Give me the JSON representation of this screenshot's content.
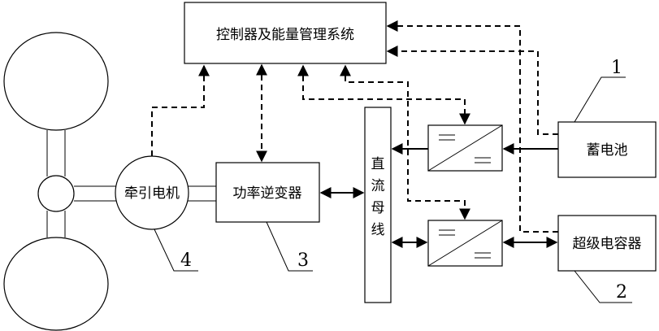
{
  "blocks": {
    "controller": "控制器及能量管理系统",
    "battery": "蓄电池",
    "supercap": "超级电容器",
    "motor": "牵引电机",
    "inverter": "功率逆变器",
    "dc_bus": [
      "直",
      "流",
      "母",
      "线"
    ]
  },
  "callouts": {
    "battery": "1",
    "supercap": "2",
    "inverter": "3",
    "motor": "4"
  }
}
